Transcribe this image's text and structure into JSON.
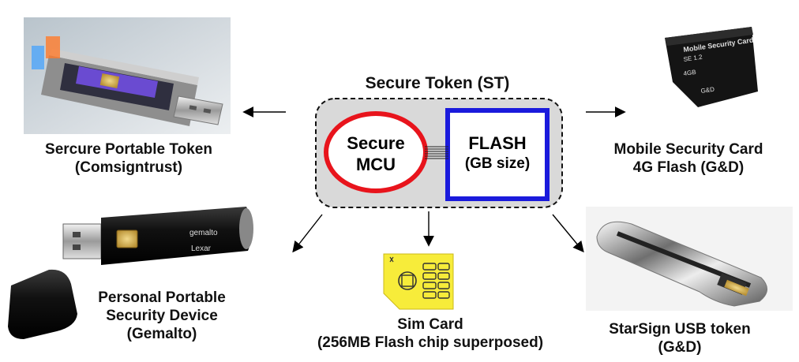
{
  "center": {
    "title": "Secure Token (ST)",
    "mcu": [
      "Secure",
      "MCU"
    ],
    "flash": [
      "FLASH",
      "(GB size)"
    ]
  },
  "devices": {
    "portable_token": [
      "Sercure Portable Token",
      "(Comsigntrust)"
    ],
    "mobile_card": [
      "Mobile Security Card",
      "4G Flash (G&D)"
    ],
    "personal_device": [
      "Personal Portable",
      "Security Device",
      "(Gemalto)"
    ],
    "sim_card": [
      "Sim Card",
      "(256MB Flash chip superposed)"
    ],
    "starsign": [
      "StarSign USB token",
      "(G&D)"
    ]
  },
  "card_print": {
    "brand_line1": "Mobile Security Card",
    "brand_line2": "SE 1.2",
    "capacity": "4GB",
    "maker": "G&D"
  },
  "usb_print": {
    "brand": "gemalto",
    "maker": "Lexar"
  },
  "colors": {
    "mcu_ring": "#e8141c",
    "flash_border": "#1a1adc",
    "center_fill": "#d9d9d9",
    "sim_card": "#f7ec3a"
  }
}
